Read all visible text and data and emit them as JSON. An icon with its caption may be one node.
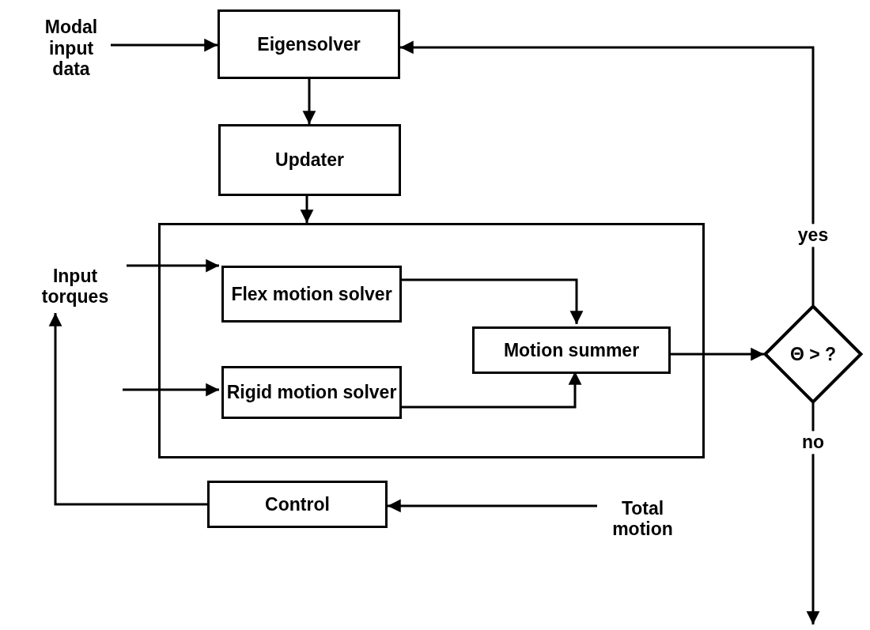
{
  "diagram": {
    "nodes": [
      {
        "text": [
          "Modal input data"
        ]
      },
      {
        "text": [
          "Eigensolver"
        ]
      },
      {
        "text": [
          "Updater"
        ]
      },
      {
        "text": [],
        "shape": "box"
      },
      {
        "text": [
          "Flex motion solver"
        ],
        "in": 3
      },
      {
        "text": [
          "Rigid motion solver"
        ],
        "in": 3
      },
      {
        "text": [
          "Motion summer"
        ],
        "in": 3
      },
      {
        "text": [
          "Θ > ?"
        ]
      },
      {
        "text": [
          "Input torques"
        ]
      },
      {
        "text": [
          "Control"
        ]
      },
      {
        "text": [
          "Total motion"
        ]
      }
    ],
    "edges": [
      {
        "from": 0,
        "to": 1,
        "arrow": "to"
      },
      {
        "from": 1,
        "to": 2,
        "arrow": "to"
      },
      {
        "from": 2,
        "to": 3,
        "arrow": "to"
      },
      {
        "from": 8,
        "to": 4,
        "arrow": "to"
      },
      {
        "from": null,
        "to": 5,
        "arrow": "to"
      },
      {
        "from": 4,
        "to": 6,
        "arrow": "to"
      },
      {
        "from": 5,
        "to": 6,
        "arrow": "to"
      },
      {
        "from": 6,
        "to": 7,
        "arrow": "to"
      },
      {
        "from": 7,
        "to": 1,
        "label": "yes",
        "arrow": "to"
      },
      {
        "from": 7,
        "to": null,
        "label": "no",
        "arrow": "to"
      },
      {
        "from": 9,
        "to": 8,
        "arrow": "to"
      },
      {
        "from": 10,
        "to": 9,
        "arrow": "to"
      }
    ]
  }
}
